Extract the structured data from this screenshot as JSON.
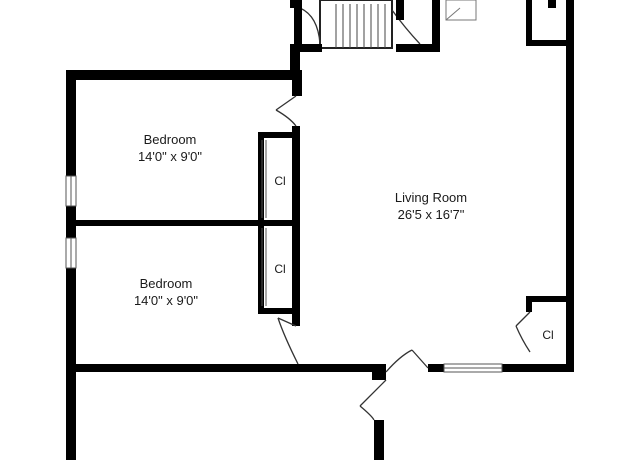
{
  "rooms": [
    {
      "name": "Bedroom",
      "dimensions": "14'0\" x 9'0\""
    },
    {
      "name": "Bedroom",
      "dimensions": "14'0\" x 9'0\""
    },
    {
      "name": "Living Room",
      "dimensions": "26'5 x 16'7\""
    }
  ],
  "closets": [
    {
      "label": "Cl"
    },
    {
      "label": "Cl"
    },
    {
      "label": "Cl"
    }
  ]
}
